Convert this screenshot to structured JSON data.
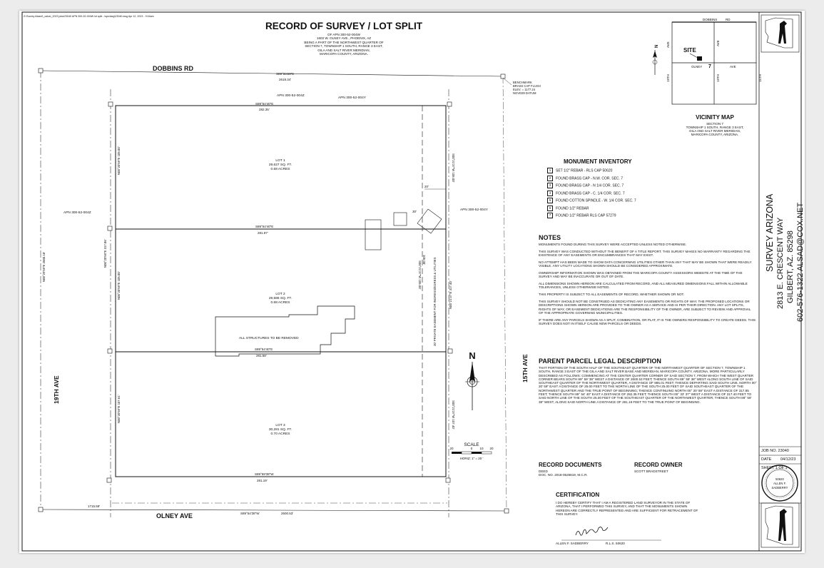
{
  "file_path": "Z:\\Survey Alsard\\_calcs\\_2023 jobs\\23040 APN 300-52-004W lot split - lsps\\dwg\\23040.dwg  Apr 12, 2023 - 9:04am",
  "title": "RECORD OF SURVEY / LOT SPLIT",
  "subtitle": [
    "OF APN 300-52-004W",
    "1602 W. OLNEY AVE., PHOENIX, AZ",
    "BEING A PART OF THE NORTHWEST QUARTER OF",
    "SECTION 7, TOWNSHIP 1 SOUTH, RANGE 3 EAST,",
    "GILA AND SALT RIVER MERIDIAN,",
    "MARICOPA COUNTY, ARIZONA."
  ],
  "streets": {
    "north": "DOBBINS RD",
    "south": "OLNEY AVE",
    "west": "19TH AVE",
    "east": "15TH AVE"
  },
  "north_line": {
    "bearing": "S89°55'29\"E",
    "distance": "2618.34'"
  },
  "south_line": {
    "bearing": "S89°54'38\"W",
    "distance": "2600.53'"
  },
  "south_left_dist": "1715.59'",
  "apn_labels": {
    "top_a": "APN 300-52-004Z",
    "top_b": "APN 300-52-004Y",
    "left": "APN 300-52-004Z",
    "right": "APN 300-52-004Y"
  },
  "lot_lines": [
    {
      "bearing": "S89°54'40\"E",
      "distance": "282.35'"
    },
    {
      "bearing": "S89°54'40\"E",
      "distance": "281.97'"
    },
    {
      "bearing": "S89°54'40\"E",
      "distance": "281.58'"
    },
    {
      "bearing": "S89°59'38\"W",
      "distance": "281.19'"
    }
  ],
  "side_labels": {
    "w1": "N00°20'59\"E 105.00'",
    "w2": "N00°20'59\"E 105.00'",
    "w3": "N00°20'59\"E 107.61'",
    "w_total": "N00°20'59\"E 317.86'",
    "w_far": "N00°29'59\"E 2660.18'",
    "e1": "S00°21'37\"W 105.00'",
    "e2": "S00°21'37\"W 105.00'",
    "e3": "S00°21'37\"W 107.40'",
    "e_total": "N00°21'37\"E 317.40'",
    "easement": "20' PRIVATE EASEMENT FOR INGRESS/EGRESS & UTILITIES",
    "easement_dim": "105.00'"
  },
  "lots": [
    {
      "name": "LOT 1",
      "area": "29,627 SQ. FT.",
      "acres": "0.68 ACRES"
    },
    {
      "name": "LOT 2",
      "area": "29,586 SQ. FT.",
      "acres": "0.68 ACRES"
    },
    {
      "name": "LOT 3",
      "area": "30,281 SQ. FT.",
      "acres": "0.70 ACRES"
    }
  ],
  "structures_note": "ALL STRUCTURES TO BE REMOVED",
  "dim_20": "20'",
  "dim_30": "30'",
  "benchmark": [
    "BENCHMARK",
    "BRASS CAP FLUSH",
    "ELEV. = 1177.24",
    "NGVD29 DATUM"
  ],
  "scale": {
    "title": "SCALE",
    "ticks": [
      "20",
      "0",
      "10",
      "20"
    ],
    "horiz": "HORIZ: 1\" = 20 '"
  },
  "vicinity": {
    "title": "VICINITY MAP",
    "lines": [
      "SECTION 7",
      "TOWNSHIP 1 SOUTH, RANGE 3 EAST,",
      "GILA AND SALT RIVER MERIDIAN,",
      "MARICOPA COUNTY, ARIZONA."
    ],
    "site": "SITE",
    "dobbins": "DOBBINS",
    "rd": "RD",
    "olney": "OLNEY",
    "ave": "AVE",
    "av19": "19TH",
    "av15": "15TH",
    "sec": "7",
    "ave_v": "AVE"
  },
  "monuments": {
    "title": "MONUMENT INVENTORY",
    "items": [
      {
        "n": "1",
        "t": "SET 1/2\" REBAR - RLS CAP 50620"
      },
      {
        "n": "2",
        "t": "FOUND BRASS CAP - N.W. COR. SEC. 7"
      },
      {
        "n": "3",
        "t": "FOUND BRASS CAP - N 1/4 COR. SEC. 7"
      },
      {
        "n": "4",
        "t": "FOUND BRASS CAP - C. 1/4 COR. SEC. 7"
      },
      {
        "n": "5",
        "t": "FOUND COTTON SPINDLE - W. 1/4 COR. SEC. 7"
      },
      {
        "n": "6",
        "t": "FOUND 1/2\" REBAR"
      },
      {
        "n": "7",
        "t": "FOUND 1/2\" REBAR RLS CAP 57279"
      }
    ]
  },
  "notes": {
    "title": "NOTES",
    "items": [
      "MONUMENTS FOUND DURING THIS SURVEY WERE ACCEPTED UNLESS NOTED OTHERWISE.",
      "THIS SURVEY WAS CONDUCTED WITHOUT THE BENEFIT OF A TITLE REPORT. THIS SURVEY MAKES NO WARRANTY REGARDING THE EXISTENCE OF ANY EASEMENTS OR ENCUMBRANCES THAT MAY EXIST.",
      "NO ATTEMPT HAS BEEN MADE TO SHOW DATA CONCERNING UTILITIES OTHER THAN ANY THAT MAY BE SHOWN THAT WERE READILY VISIBLE. ANY UTILITY LOCATIONS SHOWN SHOULD BE CONSIDERED APPROXIMATE.",
      "OWNERSHIP INFORMATION SHOWN WAS OBTAINED FROM THE MARICOPA COUNTY ASSESSORS WEBSITE AT THE TIME OF THE SURVEY AND MAY BE INACCURATE OR OUT OF DATE.",
      "ALL DIMENSIONS SHOWN HEREON ARE CALCULATED FROM RECORD, AND ALL MEASURED DIMENSIONS FALL WITHIN ALLOWABLE TOLERANCES, UNLESS OTHERWISE NOTED.",
      "THIS PROPERTY IS SUBJECT TO ALL EASEMENTS OF RECORD, WHETHER SHOWN OR NOT.",
      "THIS SURVEY SHOULD NOT BE CONSTRUED AS DEDICATING ANY EASEMENTS OR RIGHTS OF WAY. THE PROPOSED LOCATIONS OR DESCRIPTIONS SHOWN HEREON ARE PROVIDED TO THE OWNER AS A SERVICE AND IS PER THEIR DIRECTION. ANY LOT SPLITS, RIGHTS OF WAY, OR EASEMENT DEDICATIONS ARE THE RESPONSIBILITY OF THE OWNER, ARE SUBJECT TO REVIEW AND APPROVAL OF THE APPROPRIATE GOVERNING MUNICIPALITIES.",
      "IF THERE ARE ANY PARCELS SHOWN AS A SPLIT, COMBINATION, OR PLAT, IT IS THE OWNERS RESPONSIBILITY TO CREATE DEEDS. THIS SURVEY DOES NOT IN ITSELF CAUSE NEW PARCELS OR DEEDS."
    ]
  },
  "legal": {
    "title": "PARENT PARCEL LEGAL DESCRIPTION",
    "text": "THAT PORTION OF THE SOUTH HALF OF THE SOUTHEAST QUARTER OF THE NORTHWEST QUARTER OF SECTION 7, TOWNSHIP 1 SOUTH, RANGE 3 EAST OF THE GILA AND SALT RIVER BASE AND MERIDIAN, MARICOPA COUNTY, ARIZONA, MORE PARTICULARLY DESCRIBED AS FOLLOWS: COMMENCING AT THE CENTER QUARTER CORNER OF SAID SECTION 7, FROM WHICH THE WEST QUARTER CORNER BEARS SOUTH 89° 59' 38\" WEST A DISTANCE OF 2600.53 FEET; THENCE SOUTH 89° 59' 38\" WEST ALONG SOUTH LINE OF SAID SOUTHEAST QUARTER OF THE NORTHWEST QUARTER, A DISTANCE OF 885.01 FEET; THENCE DEPARTING SAID SOUTH LINE, NORTH 00° 20' 59\" EAST A DISTANCE OF 25.00 FEET TO THE NORTH LINE OF THE SOUTH 25.00 FEET OF SAID SOUTHEAST QUARTER OF THE NORTHWEST QUARTER AND THE TRUE POINT OF BEGINNING; THENCE CONTINUING NORTH 00° 20' 59\" EAST A DISTANCE OF 317.85 FEET; THENCE SOUTH 89° 54' 40\" EAST A DISTANCE OF 282.35 FEET; THENCE SOUTH 00° 33' 37\" WEST A DISTANCE OF 317.40 FEET TO SAID NORTH LINE OF THE SOUTH 25.00 FEET OF THE SOUTHEAST QUARTER OF THE NORTHWEST QUARTER; THENCE SOUTH 89° 59' 38\" WEST, ALONG SAID NORTH LINE A DISTANCE OF 281.19 FEET TO THE TRUE POINT OF BEGINNING."
  },
  "record_docs": {
    "title": "RECORD DOCUMENTS",
    "l1": "DEED",
    "l2": "DOC. NO. 2018-0526819, M.C.R."
  },
  "record_owner": {
    "title": "RECORD OWNER",
    "name": "SCOTT BRADSTREET"
  },
  "certification": {
    "title": "CERTIFICATION",
    "text": "I DO HEREBY CERTIFY THAT I AM A REGISTERED LAND SURVEYOR IN THE STATE OF ARIZONA, THAT I PERFORMED THIS SURVEY, AND THAT THE MONUMENTS SHOWN HEREON ARE CORRECTLY REPRESENTED AND ARE SUFFICIENT FOR RETRACEMENT OF THIS SURVEY.",
    "signer": "ALLEN F. SADBERRY",
    "rls": "R.L.S. 50620"
  },
  "company": {
    "name": "SURVEY ARIZONA",
    "address": "2813 E. CRESCENT WAY",
    "city": "GILBERT, AZ. 85298",
    "phone_email": "602-576-1322  ALSAD@COX.NET"
  },
  "title_block": {
    "job": "JOB NO. 23040",
    "date_label": "DATE",
    "date": "04/12/23",
    "sheet": "SHEET  1  OF  1"
  },
  "seal": {
    "line1": "50620",
    "line2": "ALLEN F.",
    "line3": "SADBERRY"
  },
  "colors": {
    "ink": "#111111",
    "page": "#ffffff",
    "background": "#ececec"
  }
}
